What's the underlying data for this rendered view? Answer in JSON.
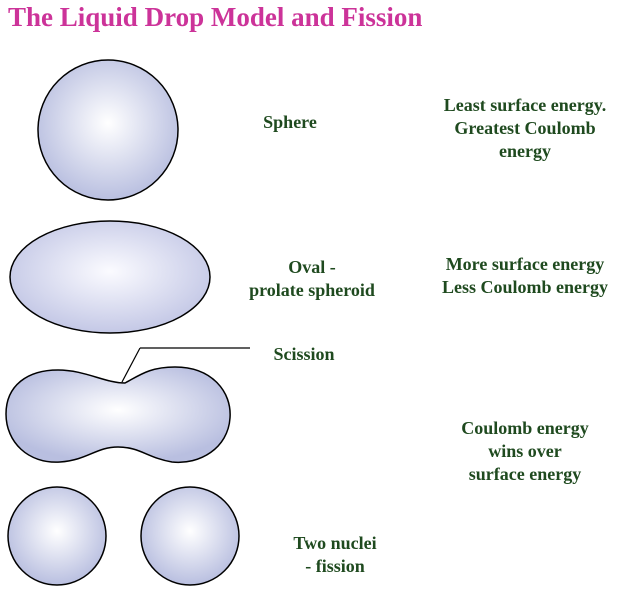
{
  "title": "The Liquid Drop Model and Fission",
  "rows": [
    {
      "stage": "Sphere",
      "description": [
        "Least surface energy.",
        "Greatest Coulomb",
        "energy"
      ]
    },
    {
      "stage": [
        "Oval -",
        "prolate spheroid"
      ],
      "description": [
        "More surface energy",
        "Less Coulomb energy"
      ]
    },
    {
      "stage": "Scission",
      "description": [
        "Coulomb energy",
        "wins over",
        "surface energy"
      ]
    },
    {
      "stage": [
        "Two nuclei",
        "- fission"
      ]
    }
  ],
  "colors": {
    "title": "#cc3399",
    "label": "#1f4a1f",
    "fill_center": "#ffffff",
    "fill_edge": "#b9bfe0",
    "outline": "#000000"
  }
}
